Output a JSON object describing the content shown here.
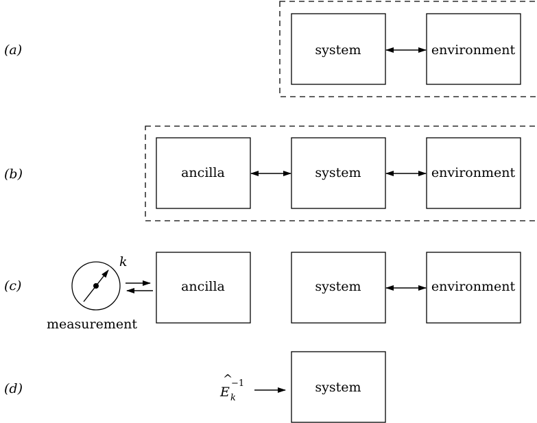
{
  "rows": {
    "a": {
      "label": "(a)",
      "system": "system",
      "environment": "environment"
    },
    "b": {
      "label": "(b)",
      "ancilla": "ancilla",
      "system": "system",
      "environment": "environment"
    },
    "c": {
      "label": "(c)",
      "ancilla": "ancilla",
      "system": "system",
      "environment": "environment",
      "meter_symbol": "k",
      "meter_caption": "measurement"
    },
    "d": {
      "label": "(d)",
      "operator_base": "E",
      "operator_hat": "^",
      "operator_sub": "k",
      "operator_sup": "−1",
      "system": "system"
    }
  }
}
